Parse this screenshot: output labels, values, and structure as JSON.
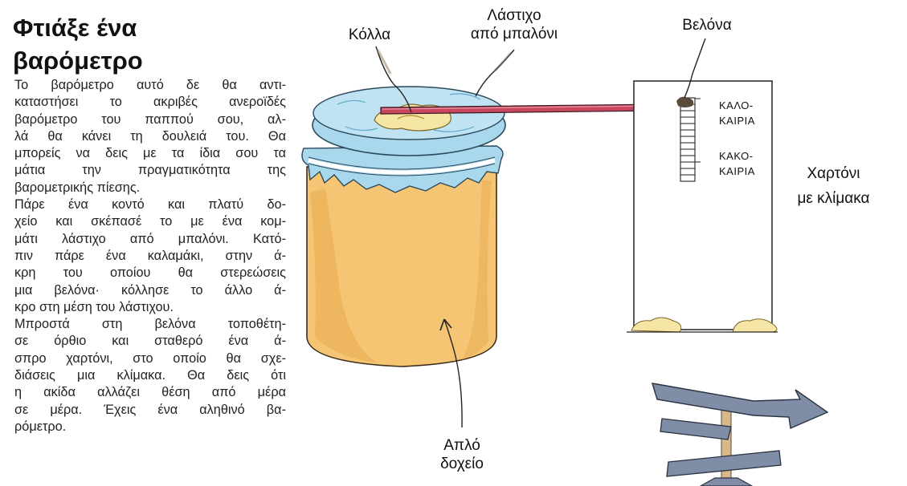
{
  "title": {
    "line1": "Φτιάξε ένα",
    "line2": "βαρόμετρο"
  },
  "body": {
    "paragraphs": [
      {
        "lines": [
          "Το βαρόμετρο αυτό δε θα αντι-",
          "καταστήσει το ακριβές ανεροϊδές",
          "βαρόμετρο του παππού σου, αλ-",
          "λά θα κάνει τη δουλειά του. Θα",
          "μπορείς να δεις με τα ίδια σου τα",
          "μάτια την πραγματικότητα της",
          "βαρομετρικής πίεσης."
        ]
      },
      {
        "lines": [
          "Πάρε ένα κοντό και πλατύ δο-",
          "χείο και σκέπασέ το με ένα κομ-",
          "μάτι λάστιχο από μπαλόνι. Κατό-",
          "πιν πάρε ένα καλαμάκι, στην ά-",
          "κρη του οποίου θα στερεώσεις",
          "μια βελόνα· κόλλησε το άλλο ά-",
          "κρο στη μέση του λάστιχου."
        ]
      },
      {
        "lines": [
          "Μπροστά στη βελόνα τοποθέτη-",
          "σε όρθιο και σταθερό ένα ά-",
          "σπρο χαρτόνι, στο οποίο θα σχε-",
          "διάσεις μια κλίμακα. Θα δεις ότι",
          "η ακίδα αλλάζει θέση από μέρα",
          "σε μέρα. Έχεις ένα αληθινό βα-",
          "ρόμετρο."
        ]
      }
    ]
  },
  "labels": {
    "glue": "Κόλλα",
    "rubber_line1": "Λάστιχο",
    "rubber_line2": "από μπαλόνι",
    "needle": "Βελόνα",
    "card_line1": "Χαρτόνι",
    "card_line2": "με κλίμακα",
    "jar_line1": "Απλό",
    "jar_line2": "δοχείο",
    "good_weather_line1": "ΚΑΛΟ-",
    "good_weather_line2": "ΚΑΙΡΙΑ",
    "bad_weather_line1": "ΚΑΚΟ-",
    "bad_weather_line2": "ΚΑΙΡΙΑ"
  },
  "colors": {
    "jar_body": "#f5c574",
    "jar_shade": "#e6a94e",
    "balloon": "#a9d8ec",
    "balloon_dark": "#5fa9c9",
    "straw": "#c9475e",
    "glue": "#f6e6a6",
    "weathervane": "#7f8ea6"
  }
}
